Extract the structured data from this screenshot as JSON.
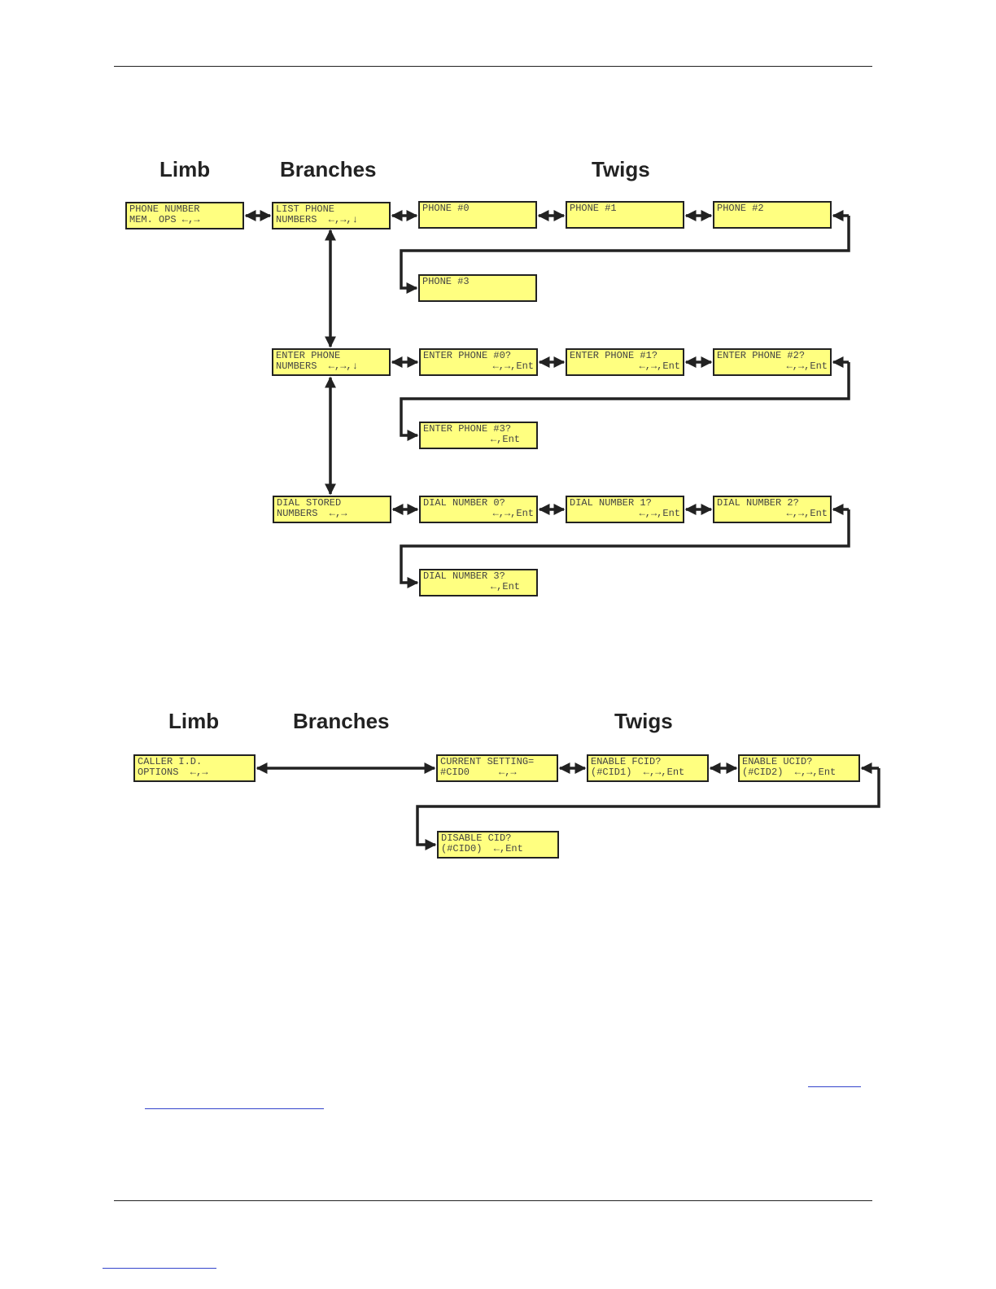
{
  "diagram1": {
    "headings": {
      "limb": "Limb",
      "branches": "Branches",
      "twigs": "Twigs"
    },
    "limb": [
      "PHONE NUMBER",
      "MEM. OPS ←,→"
    ],
    "list_phone": [
      "LIST PHONE",
      "NUMBERS  ←,→,↓"
    ],
    "phone0": [
      "PHONE #0",
      ""
    ],
    "phone1": [
      "PHONE #1",
      ""
    ],
    "phone2": [
      "PHONE #2",
      ""
    ],
    "phone3": [
      "PHONE #3",
      ""
    ],
    "enter_phone": [
      "ENTER PHONE",
      "NUMBERS  ←,→,↓"
    ],
    "enter0": [
      "ENTER PHONE #0?",
      "←,→,Ent"
    ],
    "enter1": [
      "ENTER PHONE #1?",
      "←,→,Ent"
    ],
    "enter2": [
      "ENTER PHONE #2?",
      "←,→,Ent"
    ],
    "enter3": [
      "ENTER PHONE #3?",
      "←,Ent"
    ],
    "dial_stored": [
      "DIAL STORED",
      "NUMBERS  ←,→"
    ],
    "dial0": [
      "DIAL NUMBER 0?",
      "←,→,Ent"
    ],
    "dial1": [
      "DIAL NUMBER 1?",
      "←,→,Ent"
    ],
    "dial2": [
      "DIAL NUMBER 2?",
      "←,→,Ent"
    ],
    "dial3": [
      "DIAL NUMBER 3?",
      "←,Ent"
    ]
  },
  "diagram2": {
    "headings": {
      "limb": "Limb",
      "branches": "Branches",
      "twigs": "Twigs"
    },
    "limb": [
      "CALLER I.D.",
      "OPTIONS  ←,→"
    ],
    "current": [
      "CURRENT SETTING=",
      "#CID0     ←,→"
    ],
    "fcid": [
      "ENABLE FCID?",
      "(#CID1)  ←,→,Ent"
    ],
    "ucid": [
      "ENABLE UCID?",
      "(#CID2)  ←,→,Ent"
    ],
    "disable": [
      "DISABLE CID?",
      "(#CID0)  ←,Ent"
    ]
  },
  "colors": {
    "box_fill": "#ffff80",
    "line": "#222222"
  }
}
